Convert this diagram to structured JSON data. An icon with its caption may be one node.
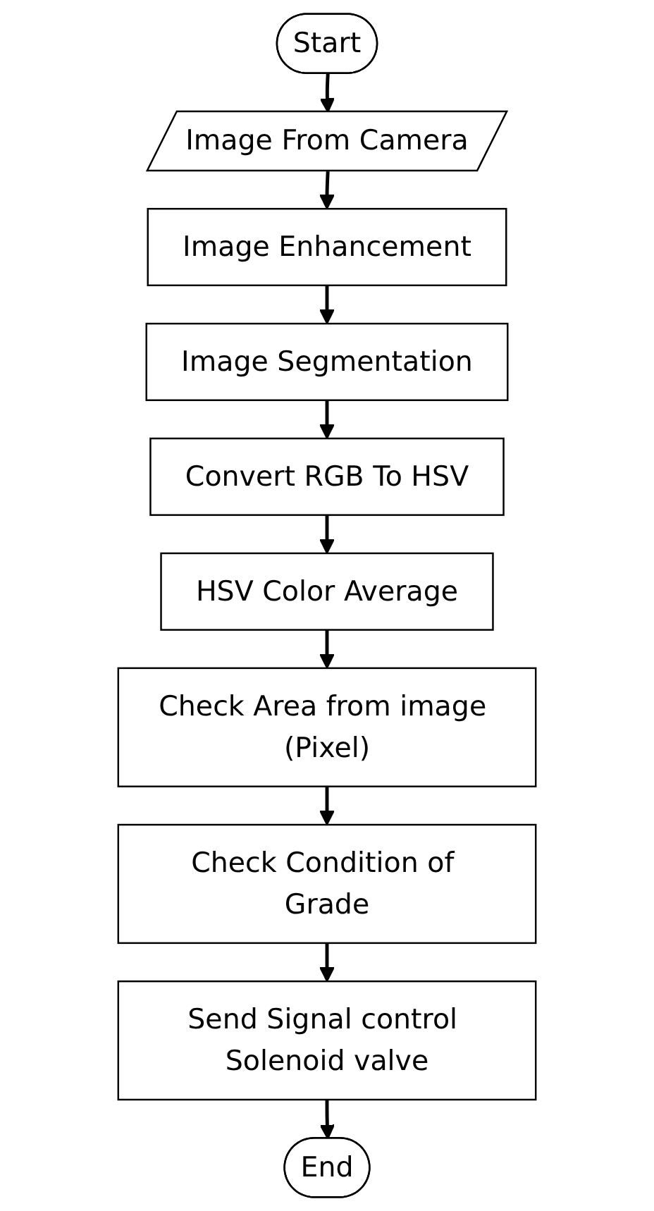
{
  "diagram": {
    "nodes": [
      {
        "text": [
          "Start"
        ]
      },
      {
        "text": [
          "Image From Camera"
        ]
      },
      {
        "text": [
          "Image Enhancement"
        ]
      },
      {
        "text": [
          "Image Segmentation"
        ]
      },
      {
        "text": [
          "Convert RGB To HSV"
        ]
      },
      {
        "text": [
          "HSV Color Average"
        ]
      },
      {
        "text": [
          "Check Area from image (Pixel)"
        ]
      },
      {
        "text": [
          "Check Condition of Grade"
        ]
      },
      {
        "text": [
          "Send Signal control Solenoid valve"
        ]
      },
      {
        "text": [
          "End"
        ]
      }
    ],
    "edges": [
      {
        "from": 0,
        "to": 1,
        "arrow": "to"
      },
      {
        "from": 1,
        "to": 2,
        "arrow": "to"
      },
      {
        "from": 2,
        "to": 3,
        "arrow": "to"
      },
      {
        "from": 3,
        "to": 4,
        "arrow": "to"
      },
      {
        "from": 4,
        "to": 5,
        "arrow": "to"
      },
      {
        "from": 5,
        "to": 6,
        "arrow": "to"
      },
      {
        "from": 6,
        "to": 7,
        "arrow": "to"
      },
      {
        "from": 7,
        "to": 8,
        "arrow": "to"
      },
      {
        "from": 8,
        "to": 9,
        "arrow": "to"
      }
    ]
  }
}
